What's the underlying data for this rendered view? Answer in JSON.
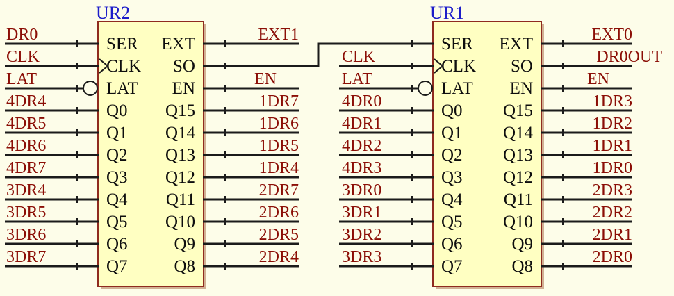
{
  "schematic": {
    "palette": {
      "background": "#FDFDE9",
      "chip_fill": "#FFFFC2",
      "chip_border": "#8F2B1F",
      "chip_shadow": "rgba(146,63,21,0.40)",
      "wire": "#1B1B1B",
      "net_label": "#8B0E06",
      "designator": "#1D1DC9",
      "pin_text": "#0E0E0E"
    },
    "chips": [
      {
        "designator": "UR2",
        "pins_left": [
          "SER",
          "CLK",
          "LAT",
          "Q0",
          "Q1",
          "Q2",
          "Q3",
          "Q4",
          "Q5",
          "Q6",
          "Q7"
        ],
        "pins_right": [
          "EXT",
          "SO",
          "EN",
          "Q15",
          "Q14",
          "Q13",
          "Q12",
          "Q11",
          "Q10",
          "Q9",
          "Q8"
        ],
        "nets_left": [
          "DR0",
          "CLK",
          "LAT",
          "4DR4",
          "4DR5",
          "4DR6",
          "4DR7",
          "3DR4",
          "3DR5",
          "3DR6",
          "3DR7"
        ],
        "nets_right": [
          "EXT1",
          "",
          "EN",
          "1DR7",
          "1DR6",
          "1DR5",
          "1DR4",
          "2DR7",
          "2DR6",
          "2DR5",
          "2DR4"
        ],
        "clock_pin": "CLK",
        "active_low_pin": "LAT"
      },
      {
        "designator": "UR1",
        "pins_left": [
          "SER",
          "CLK",
          "LAT",
          "Q0",
          "Q1",
          "Q2",
          "Q3",
          "Q4",
          "Q5",
          "Q6",
          "Q7"
        ],
        "pins_right": [
          "EXT",
          "SO",
          "EN",
          "Q15",
          "Q14",
          "Q13",
          "Q12",
          "Q11",
          "Q10",
          "Q9",
          "Q8"
        ],
        "nets_left": [
          "",
          "CLK",
          "LAT",
          "4DR0",
          "4DR1",
          "4DR2",
          "4DR3",
          "3DR0",
          "3DR1",
          "3DR2",
          "3DR3"
        ],
        "nets_right": [
          "EXT0",
          "DR0OUT",
          "EN",
          "1DR3",
          "1DR2",
          "1DR1",
          "1DR0",
          "2DR3",
          "2DR2",
          "2DR1",
          "2DR0"
        ],
        "clock_pin": "CLK",
        "active_low_pin": "LAT"
      }
    ],
    "interconnect": {
      "from": "UR2.SO",
      "to": "UR1.SER"
    }
  }
}
